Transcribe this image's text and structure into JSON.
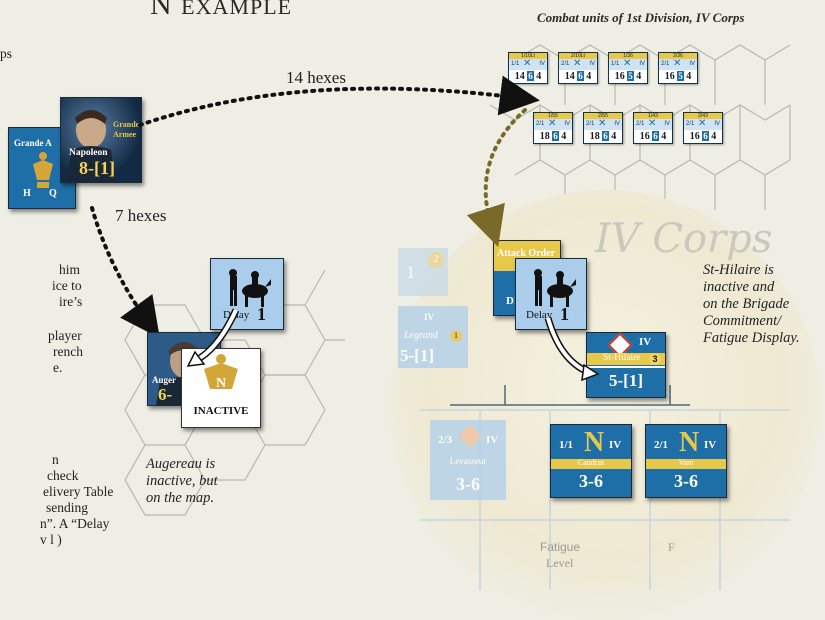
{
  "title": {
    "big1": "N ",
    "sc1": "E",
    "big2": "",
    "sc2": "XAMPLE"
  },
  "left_text": {
    "line_ps": "ps",
    "para1": [
      "him",
      "ice to",
      "ire’s"
    ],
    "para2": [
      "player",
      "rench",
      "e."
    ],
    "para3": [
      "n",
      "check",
      "elivery Table",
      "sending",
      "n”. A “Delay",
      "   v    l  )"
    ]
  },
  "hq": {
    "name_left": "Grande A",
    "h": "H",
    "q": "Q"
  },
  "napoleon": {
    "army1": "Grande",
    "army2": "Armee",
    "name": "Napoleon",
    "rating": "8-[1]"
  },
  "distances": {
    "to_corps": "14 hexes",
    "to_augereau": "7 hexes"
  },
  "delay_counter": {
    "label": "Delay",
    "value": "1"
  },
  "augereau": {
    "name": "Auger",
    "rating": "6-",
    "inactive_label": "INACTIVE"
  },
  "augereau_note": [
    "Augereau is",
    "inactive, but",
    "on the map."
  ],
  "units_caption": "Combat units of 1st Division, IV Corps",
  "units": [
    {
      "top": "1/10Lt",
      "id": "1/1",
      "corps": "IV",
      "strength": "14",
      "mid": "6",
      "move": "4"
    },
    {
      "top": "2/10Lt",
      "id": "2/1",
      "corps": "IV",
      "strength": "14",
      "mid": "6",
      "move": "4"
    },
    {
      "top": "1/36",
      "id": "1/1",
      "corps": "IV",
      "strength": "16",
      "mid": "5",
      "move": "4"
    },
    {
      "top": "2/36",
      "id": "2/1",
      "corps": "IV",
      "strength": "16",
      "mid": "5",
      "move": "4"
    },
    {
      "top": "1/55",
      "id": "2/1",
      "corps": "IV",
      "strength": "18",
      "mid": "6",
      "move": "4"
    },
    {
      "top": "2/55",
      "id": "2/1",
      "corps": "IV",
      "strength": "18",
      "mid": "6",
      "move": "4"
    },
    {
      "top": "1/43",
      "id": "2/1",
      "corps": "IV",
      "strength": "16",
      "mid": "6",
      "move": "4"
    },
    {
      "top": "2/43",
      "id": "2/1",
      "corps": "IV",
      "strength": "16",
      "mid": "6",
      "move": "4"
    }
  ],
  "display": {
    "corps_script": "IV Corps",
    "attack_order": "Attack Order",
    "div": "DIV",
    "legrand": "Legrand",
    "legrand_num": "1",
    "legrand_corps": "IV",
    "legrand_rating": "5-[1]",
    "sthilaire_name": "St-Hilaire",
    "sthilaire_num": "3",
    "sthilaire_corps": "IV",
    "sthilaire_rating": "5-[1]",
    "levasseur": "Levasseur",
    "levasseur_id": "2/3",
    "levasseur_corps": "IV",
    "levasseur_rating": "3-6",
    "fatigue1": "Fatigue",
    "fatigue1b": "Level",
    "fatigue2": "F",
    "left_num": "1",
    "left_val": "2"
  },
  "brigades": [
    {
      "id": "1/1",
      "corps": "IV",
      "name": "Candras",
      "rating": "3-6"
    },
    {
      "id": "2/1",
      "corps": "IV",
      "name": "Vare",
      "rating": "3-6"
    }
  ],
  "sthilaire_note": [
    "St-Hilaire is",
    "inactive and",
    "on the Brigade",
    "Commitment/",
    "Fatigue Display."
  ],
  "colors": {
    "counter_blue": "#1e6fa8",
    "light_blue": "#a9cdea",
    "gold": "#e8c84a",
    "rating_yellow": "#f2d65a"
  }
}
